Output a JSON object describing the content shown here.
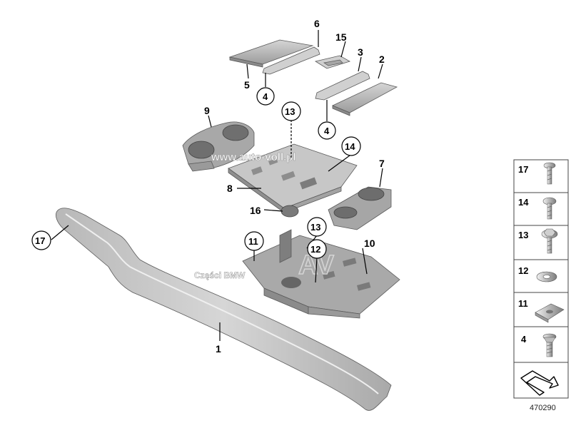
{
  "callouts": {
    "c1": "1",
    "c2": "2",
    "c3": "3",
    "c4a": "4",
    "c4b": "4",
    "c5": "5",
    "c6": "6",
    "c7": "7",
    "c8": "8",
    "c9": "9",
    "c10": "10",
    "c11": "11",
    "c12": "12",
    "c13a": "13",
    "c13b": "13",
    "c14": "14",
    "c15": "15",
    "c16": "16",
    "c17": "17"
  },
  "watermark": {
    "site": "www.auto-voll.pl",
    "parts": "Części BMW",
    "logo": "AV"
  },
  "legend": [
    {
      "num": "17",
      "icon": "screw-washer-head-icon"
    },
    {
      "num": "14",
      "icon": "screw-washer-head-icon"
    },
    {
      "num": "13",
      "icon": "screw-hex-washer-icon"
    },
    {
      "num": "12",
      "icon": "flat-washer-icon"
    },
    {
      "num": "11",
      "icon": "clip-nut-icon"
    },
    {
      "num": "4",
      "icon": "countersunk-screw-icon"
    },
    {
      "num": "",
      "icon": "arrow-symbol-icon"
    }
  ],
  "document_number": "470290",
  "colors": {
    "part_fill": "#c9c9c9",
    "part_dark": "#8d8d8d",
    "part_light": "#e2e2e2",
    "ink": "#000000"
  }
}
